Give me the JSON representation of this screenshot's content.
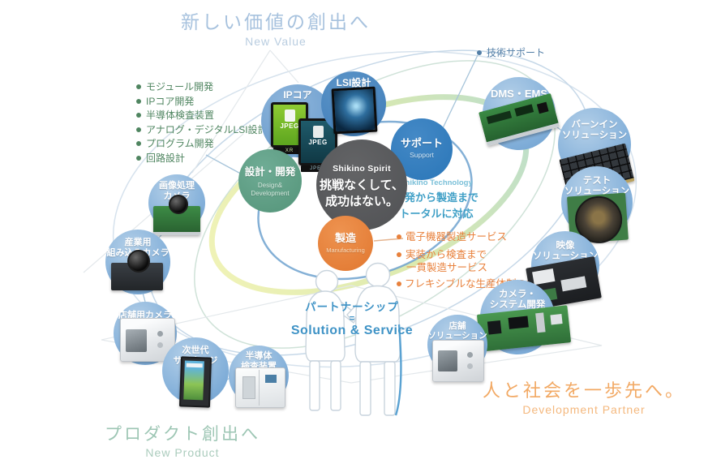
{
  "corners": {
    "top": {
      "jp": "新しい価値の創出へ",
      "en": "New Value"
    },
    "bottom_left": {
      "jp": "プロダクト創出へ",
      "en": "New Product"
    },
    "bottom_right": {
      "jp": "人と社会を一歩先へ。",
      "en": "Development Partner"
    }
  },
  "capability_bullets": [
    "モジュール開発",
    "IPコア開発",
    "半導体検査装置",
    "アナログ・デジタルLSI設計",
    "プログラム開発",
    "回路設計"
  ],
  "tech_support_bullet": "技術サポート",
  "manufacturing_bullets": {
    "item1": "電子機器製造サービス",
    "item2_line1": "実装から検査まで",
    "item2_line2": "一貫製造サービス",
    "item3": "フレキシブルな生産体制の構築"
  },
  "center_circle": {
    "brand": "Shikino Spirit",
    "message_line1": "挑戦なくして、",
    "message_line2": "成功はない。"
  },
  "process_nodes": {
    "ip_core": {
      "label": "IPコア"
    },
    "lsi_design": {
      "label": "LSI設計"
    },
    "design_dev": {
      "jp": "設計・開発",
      "en_line1": "Design&",
      "en_line2": "Development"
    },
    "support": {
      "jp": "サポート",
      "en": "Support"
    },
    "manufacturing": {
      "jp": "製造",
      "en": "Manufacturing"
    }
  },
  "technology_note": {
    "brand": "Shikino Technology",
    "line1": "開発から製造まで",
    "line2": "トータルに対応"
  },
  "partnership": {
    "jp": "パートナーシップ",
    "equals": "=",
    "en": "Solution & Service"
  },
  "right_nodes": {
    "dms": {
      "line1": "DMS・EMS"
    },
    "burnin": {
      "line1": "バーンイン",
      "line2": "ソリューション"
    },
    "test": {
      "line1": "テスト",
      "line2": "ソリューション"
    },
    "video": {
      "line1": "映像",
      "line2": "ソリューション"
    },
    "camera_system": {
      "line1": "カメラ・",
      "line2": "システム開発"
    },
    "store_solution": {
      "line1": "店舗",
      "line2": "ソリューション"
    }
  },
  "left_nodes": {
    "image_camera": {
      "line1": "画像処理",
      "line2": "カメラ"
    },
    "industrial_camera": {
      "line1": "産業用",
      "line2": "組み込みカメラ"
    },
    "store_camera": {
      "line1": "店舗用カメラ"
    },
    "signage": {
      "line1": "次世代",
      "line2": "サイネージ"
    },
    "inspection": {
      "line1": "半導体",
      "line2": "検査装置"
    }
  },
  "ip_chips": {
    "chip1_label": "JPEG",
    "chip1_sub": "XR",
    "chip2_label": "JPEG",
    "chip2_sub": "JPEG"
  },
  "colors": {
    "blue": "#2d7cbf",
    "light_blue": "#8ab4da",
    "green": "#5b9e85",
    "orange": "#e8813c",
    "dark_gray": "#57585a",
    "title_blue": "#a7c2de",
    "title_teal": "#9dc6b4",
    "title_orange": "#f2a964",
    "bullet_green": "#4f8560",
    "tech_blue": "#3f9fc6"
  }
}
